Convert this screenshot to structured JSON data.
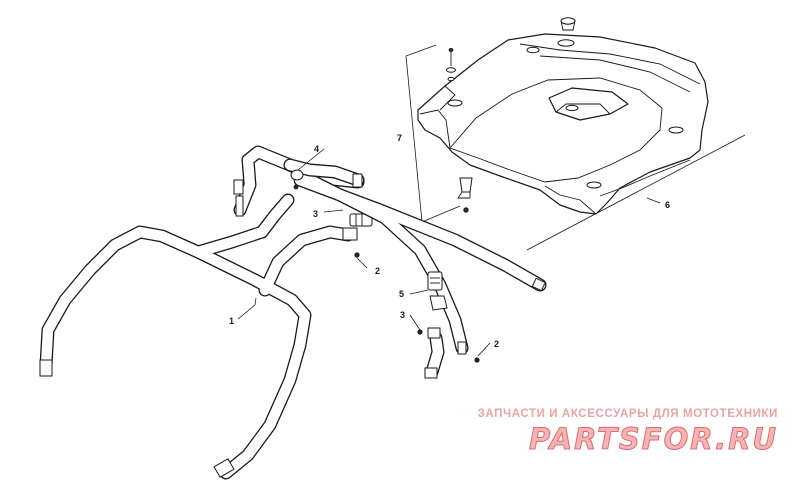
{
  "callouts": {
    "c1": "1",
    "c2a": "2",
    "c2b": "2",
    "c3a": "3",
    "c3b": "3",
    "c4": "4",
    "c5": "5",
    "c6": "6",
    "c7": "7"
  },
  "watermark": {
    "tagline": "ЗАПЧАСТИ И АКСЕССУАРЫ ДЛЯ МОТОТЕХНИКИ",
    "logo_text": "PARTSFOR.RU",
    "color": "#e06b6b"
  }
}
